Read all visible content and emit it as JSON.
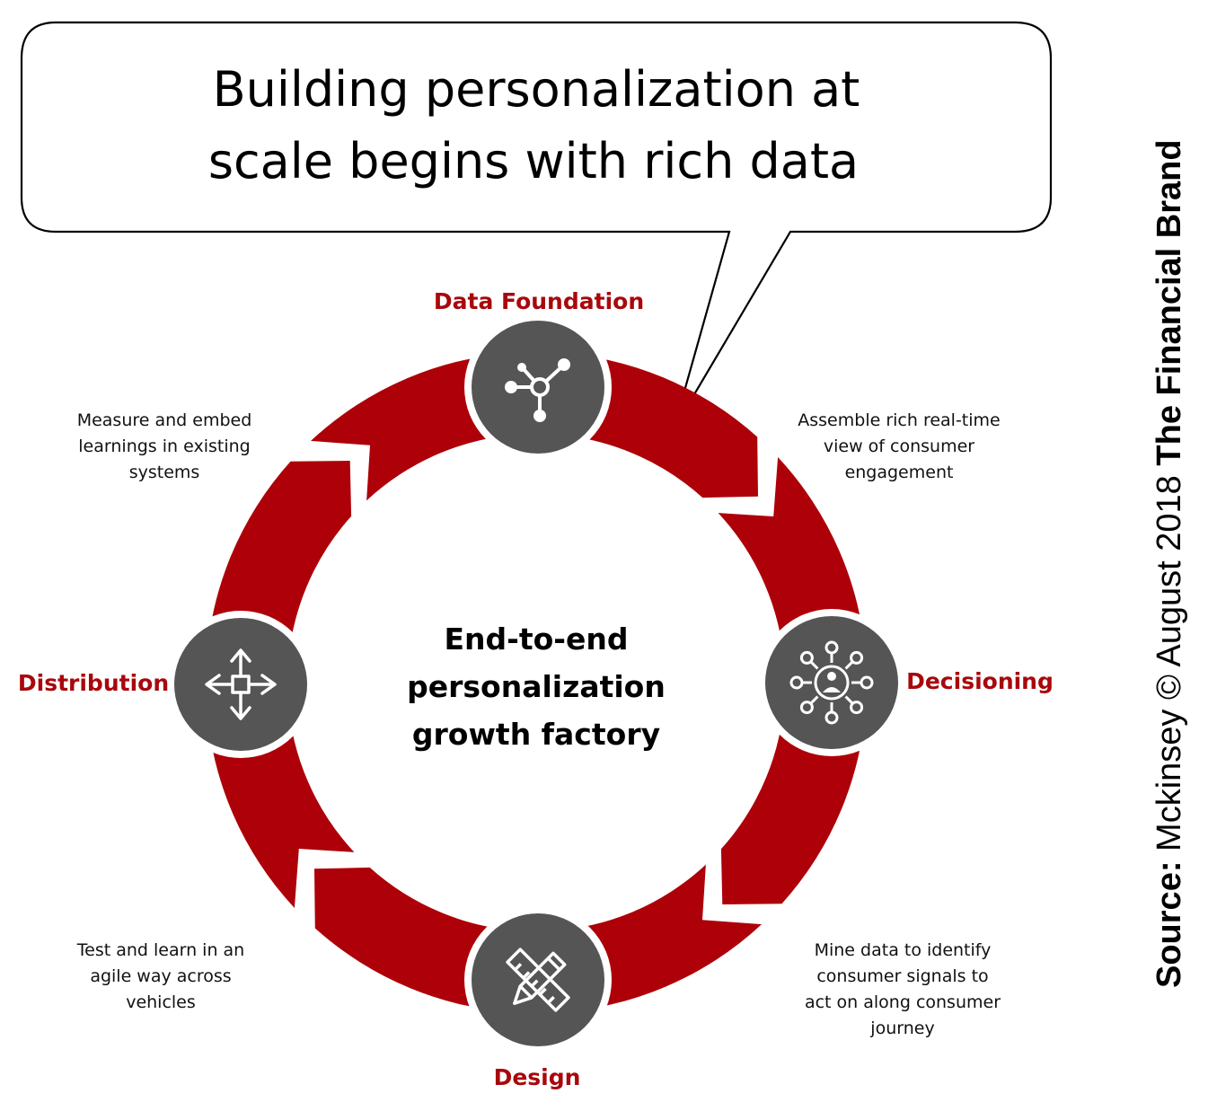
{
  "callout": {
    "line1": "Building personalization at",
    "line2": "scale begins with rich data"
  },
  "center": {
    "line1": "End-to-end",
    "line2": "personalization",
    "line3": "growth factory"
  },
  "stages": [
    {
      "title": "Data Foundation",
      "icon": "network-node-icon"
    },
    {
      "title": "Decisioning",
      "icon": "person-hub-icon"
    },
    {
      "title": "Design",
      "icon": "pencil-ruler-icon"
    },
    {
      "title": "Distribution",
      "icon": "move-arrows-icon"
    }
  ],
  "descriptions": {
    "assemble": [
      "Assemble rich real-time",
      "view of consumer",
      "engagement"
    ],
    "mine": [
      "Mine data to identify",
      "consumer signals to",
      "act on along consumer",
      "journey"
    ],
    "test": [
      "Test and learn in an",
      "agile way across",
      "vehicles"
    ],
    "measure": [
      "Measure and embed",
      "learnings in existing",
      "systems"
    ]
  },
  "source": {
    "label": "Source:",
    "text": " Mckinsey © August 2018 ",
    "brand": "The Financial Brand"
  },
  "colors": {
    "ring": "#ad0008",
    "hub": "#555555",
    "title": "#a8080c"
  }
}
